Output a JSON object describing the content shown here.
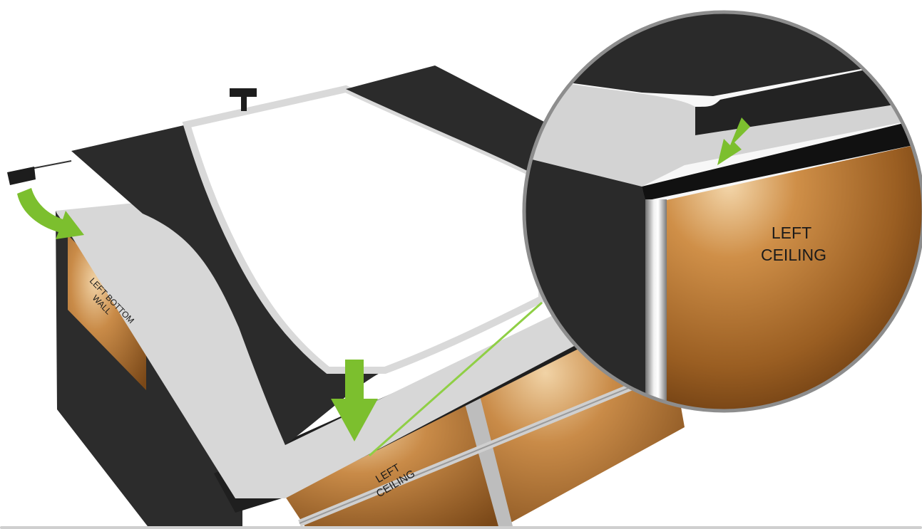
{
  "labels": {
    "left_bottom_wall": [
      "LEFT BOTTOM",
      "WALL"
    ],
    "left_ceiling_main": [
      "LEFT",
      "CEILING"
    ],
    "left_ceiling_zoom": [
      "LEFT",
      "CEILING"
    ]
  },
  "colors": {
    "arrow": "#7cbf2e",
    "dark_fabric": "#2b2b2b",
    "light_fabric": "#d4d4d4",
    "wood_light": "#e8c08a",
    "wood_dark": "#8a5522"
  },
  "icons": [
    "curved-arrow-icon",
    "down-arrow-icon",
    "zoom-arrow-icon"
  ]
}
